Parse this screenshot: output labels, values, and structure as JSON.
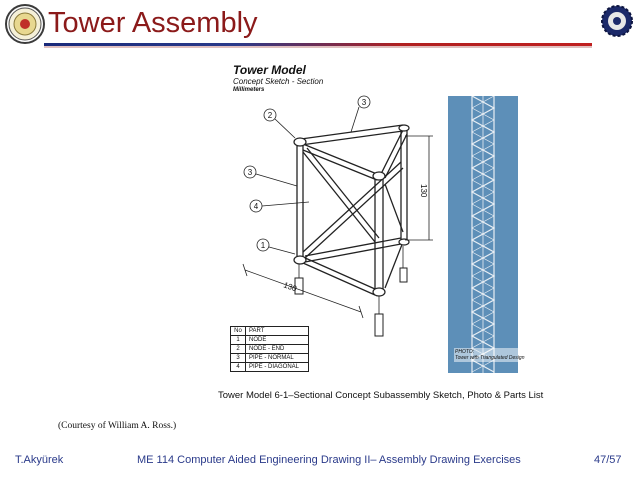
{
  "slide": {
    "title": "Tower Assembly"
  },
  "sketch": {
    "title": "Tower Model",
    "subtitle": "Concept Sketch - Section",
    "units": "Millimeters",
    "dimension_height": "130",
    "dimension_base": "130",
    "callouts": [
      "2",
      "3",
      "3",
      "4",
      "1"
    ]
  },
  "parts_list": {
    "header": [
      "No",
      "PART"
    ],
    "rows": [
      [
        "1",
        "NODE"
      ],
      [
        "2",
        "NODE - END"
      ],
      [
        "3",
        "PIPE - NORMAL"
      ],
      [
        "4",
        "PIPE - DIAGONAL"
      ]
    ]
  },
  "photo": {
    "caption_line1": "PHOTO:",
    "caption_line2": "Tower with Triangulated Design"
  },
  "figure_caption": "Tower Model 6-1–Sectional Concept Subassembly Sketch, Photo & Parts List",
  "courtesy": "(Courtesy of William A. Ross.)",
  "footer": {
    "author": "T.Akyürek",
    "course": "ME 114 Computer Aided Engineering Drawing II– Assembly Drawing Exercises",
    "page": "47/57"
  },
  "colors": {
    "title": "#8b1a1a",
    "footer": "#2a3a8a",
    "rule_left": "#1a2a7a",
    "rule_right": "#c02020",
    "photo_sky": "#5d8fb8"
  },
  "icons": [
    "university-seal-icon",
    "gear-emblem-icon"
  ]
}
